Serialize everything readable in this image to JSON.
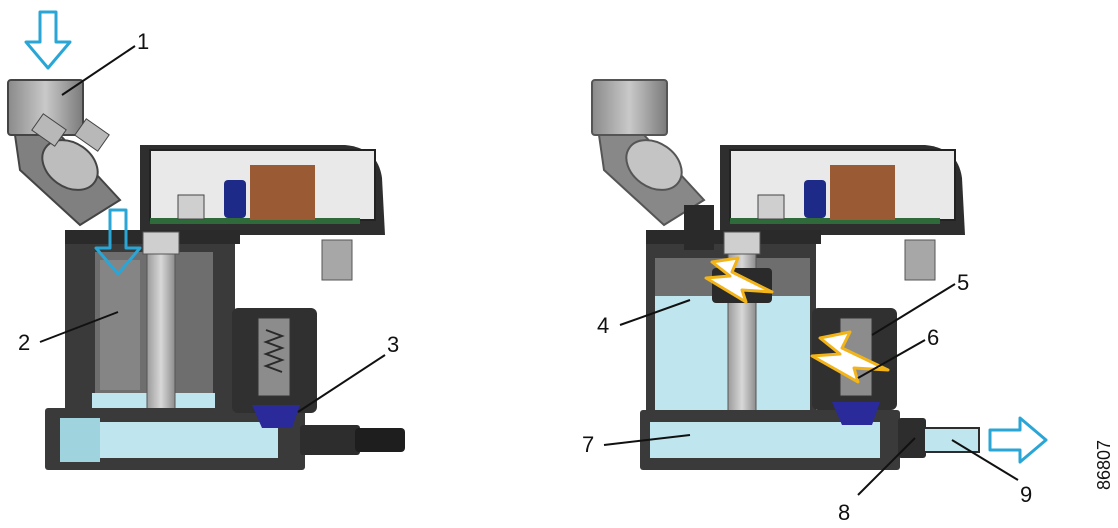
{
  "callouts": {
    "c1": "1",
    "c2": "2",
    "c3": "3",
    "c4": "4",
    "c5": "5",
    "c6": "6",
    "c7": "7",
    "c8": "8",
    "c9": "9"
  },
  "document_number": "86807",
  "colors": {
    "water": "#bfe6ee",
    "flow_arrow": "#2aa6d6",
    "spark": "#f2b418",
    "body_dark": "#3b3b3b",
    "valve_blue": "#2a2a9a",
    "pcb_green": "#2f6b3a",
    "transformer": "#9a5a33"
  }
}
